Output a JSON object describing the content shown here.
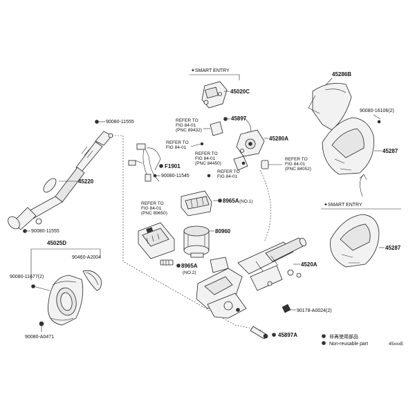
{
  "labels": {
    "p45220": "45220",
    "p90080_11555_top": "90080-11555",
    "p90080_11555_bot": "90080-11555",
    "p45025D": "45025D",
    "p90460_A2004": "90460-A2004",
    "p90080_11677": "90080-11677(2)",
    "p90080_A0471": "90080-A0471",
    "smart_entry_top": "✦SMART ENTRY",
    "p45020C": "45020C",
    "p45897": "45897",
    "p45280A": "45280A",
    "ref1": [
      "REFER TO",
      "FIG 84-01",
      "(PNC 89432)"
    ],
    "ref2": [
      "REFER TO",
      "FIG 84-01"
    ],
    "ref3": [
      "REFER TO",
      "FIG 84-01",
      "(PNC 84450)"
    ],
    "ref4": [
      "REFER TO",
      "FIG 84-01"
    ],
    "ref5": [
      "REFER TO",
      "FIG 84-01",
      "(PNC 84052)"
    ],
    "ref6": [
      "REFER TO",
      "FIG 84-01",
      "(PNC 89650)"
    ],
    "pF1901": "F1901",
    "p90080_11545": "90080-11545",
    "p8965A_top": "8965A",
    "p8965A_top_note": "(NO.1)",
    "p80960": "80960",
    "p8965A_bot": "8965A",
    "p8965A_bot_note": "(NO.2)",
    "p4520A": "4520A",
    "p90178_A0024": "90178-A0024(2)",
    "p45897A": "45897A",
    "p45286B": "45286B",
    "p90080_16106": "90080-16106(2)",
    "p45287_top": "45287",
    "smart_entry_bot": "✦SMART ENTRY",
    "p45287_bot": "45287",
    "legend_jp": "非再使用部品",
    "legend_en": "Non-reusable part",
    "fig_code": "45xxxE"
  }
}
